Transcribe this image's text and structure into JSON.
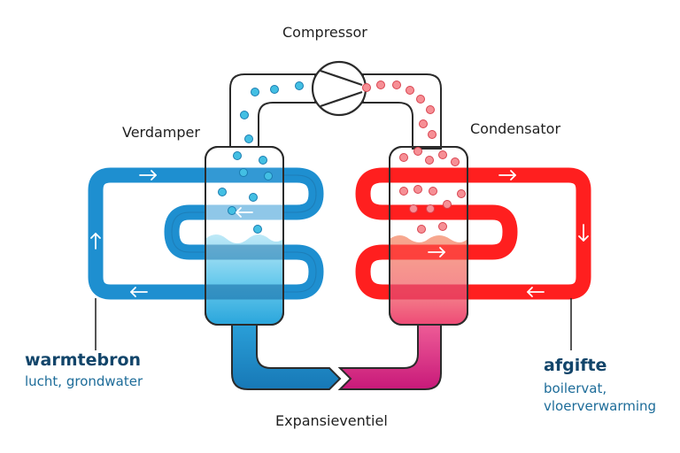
{
  "labels": {
    "compressor": "Compressor",
    "evaporator": "Verdamper",
    "condenser": "Condensator",
    "expansion_valve": "Expansieventiel"
  },
  "heat_source": {
    "title": "warmtebron",
    "subtitle": "lucht, grondwater"
  },
  "heat_output": {
    "title": "afgifte",
    "subtitle_line1": "boilervat,",
    "subtitle_line2": "vloerverwarming"
  },
  "colors": {
    "cold": "#1e8fd0",
    "cold_dark": "#1a6fa8",
    "cold_liquid": "#7fd0ee",
    "hot": "#ff2020",
    "hot_liquid": "#f59a8c",
    "valve_hot": "#c8197a",
    "outline": "#2b2b2b",
    "cold_bubble": "#3ab6de",
    "hot_bubble": "#f47a82"
  },
  "icons": {
    "arrow": "arrow-icon",
    "compressor": "compressor-symbol-icon"
  }
}
